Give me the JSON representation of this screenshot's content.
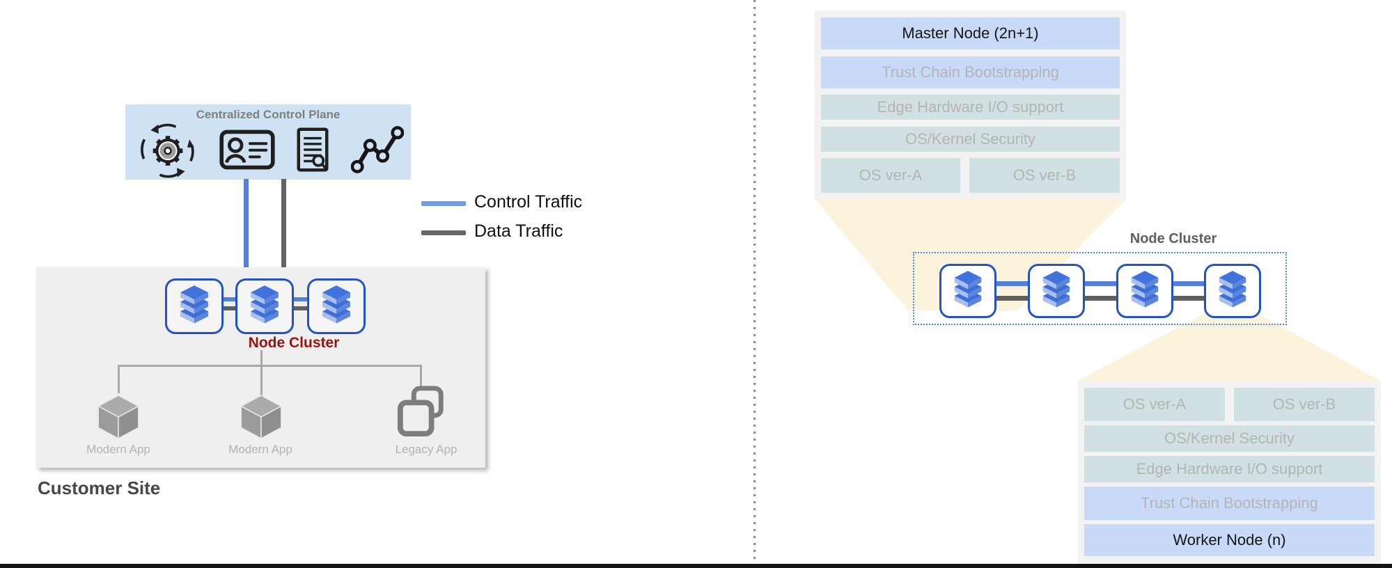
{
  "control_plane": {
    "title": "Centralized Control Plane",
    "icons": [
      "automation-gear",
      "identity-card",
      "audit-document",
      "metrics-graph"
    ]
  },
  "legend": {
    "items": [
      {
        "label": "Control Traffic",
        "color": "#6d9eeb"
      },
      {
        "label": "Data Traffic",
        "color": "#666666"
      }
    ]
  },
  "customer_site": {
    "title": "Customer Site",
    "cluster_label": "Node Cluster",
    "node_count": 3,
    "apps": [
      {
        "label": "Modern App",
        "icon": "cube"
      },
      {
        "label": "Modern App",
        "icon": "cube"
      },
      {
        "label": "Legacy App",
        "icon": "legacy-windows"
      }
    ]
  },
  "master_stack": {
    "rows": [
      {
        "label": "Master Node (2n+1)",
        "style": "blue-dark-text"
      },
      {
        "label": "Trust Chain Bootstrapping",
        "style": "blue"
      },
      {
        "label": "Edge Hardware I/O support",
        "style": "cyan"
      },
      {
        "label": "OS/Kernel Security",
        "style": "cyan"
      }
    ],
    "os_row": [
      {
        "label": "OS ver-A"
      },
      {
        "label": "OS ver-B"
      }
    ]
  },
  "right_cluster": {
    "label": "Node Cluster",
    "node_count": 4
  },
  "worker_stack": {
    "os_row": [
      {
        "label": "OS ver-A"
      },
      {
        "label": "OS ver-B"
      }
    ],
    "rows": [
      {
        "label": "OS/Kernel Security",
        "style": "cyan"
      },
      {
        "label": "Edge Hardware I/O support",
        "style": "cyan"
      },
      {
        "label": "Trust Chain Bootstrapping",
        "style": "blue"
      },
      {
        "label": "Worker Node (n)",
        "style": "blue-dark-text"
      }
    ]
  },
  "colors": {
    "control_plane_bg": "#cfe2f3",
    "control_traffic": "#6d9eeb",
    "data_traffic": "#666666",
    "node_border": "#2353c3",
    "cluster_label_red": "#991111",
    "row_blue": "#c9daf8",
    "row_cyan": "#d0e0e3",
    "stack_bg": "#f3f3f3",
    "fan_yellow": "#fcf3dc",
    "site_bg": "#efefef"
  }
}
